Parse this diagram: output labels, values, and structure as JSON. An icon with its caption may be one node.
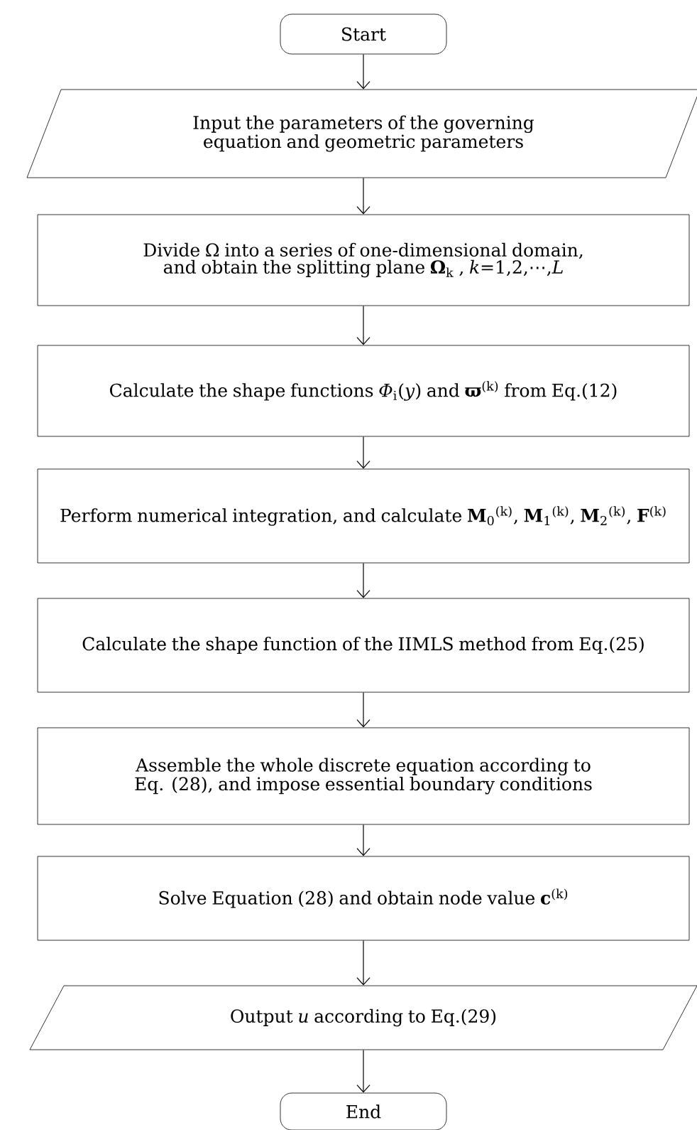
{
  "diagram": {
    "nodes": [
      {
        "text": [
          "Start"
        ]
      },
      {
        "text": [
          "Input the parameters of the governing equation and geometric parameters"
        ]
      },
      {
        "text": [
          "Divide Ω into a series of one-dimensional domain, and obtain the splitting plane **Ω**$_{k}$ , *k*=1,2,⋯,*L*"
        ]
      },
      {
        "text": [
          "Calculate the shape functions *Φ*$_{i}$(*y*) and **ϖ**$^{(k)}$ from Eq.(12)"
        ]
      },
      {
        "text": [
          "Perform numerical integration, and calculate **M**$_{0}$$^{(k)}$, **M**$_{1}$$^{(k)}$, **M**$_{2}$$^{(k)}$, **F**$^{(k)}$"
        ]
      },
      {
        "text": [
          "Calculate the shape function of the IIMLS method from Eq.(25)"
        ]
      },
      {
        "text": [
          "Assemble the whole discrete equation according to Eq. (28), and impose essential boundary conditions"
        ]
      },
      {
        "text": [
          "Solve Equation (28) and obtain node value **c**$^{(k)}$"
        ]
      },
      {
        "text": [
          "Output *u* according to Eq.(29)"
        ]
      },
      {
        "text": [
          "End"
        ]
      }
    ],
    "edges": [
      {
        "from": 0,
        "to": 1,
        "arrow": "to"
      },
      {
        "from": 1,
        "to": 2,
        "arrow": "to"
      },
      {
        "from": 2,
        "to": 3,
        "arrow": "to"
      },
      {
        "from": 3,
        "to": 4,
        "arrow": "to"
      },
      {
        "from": 4,
        "to": 5,
        "arrow": "to"
      },
      {
        "from": 5,
        "to": 6,
        "arrow": "to"
      },
      {
        "from": 6,
        "to": 7,
        "arrow": "to"
      },
      {
        "from": 7,
        "to": 8,
        "arrow": "to"
      },
      {
        "from": 8,
        "to": 9,
        "arrow": "to"
      }
    ]
  }
}
